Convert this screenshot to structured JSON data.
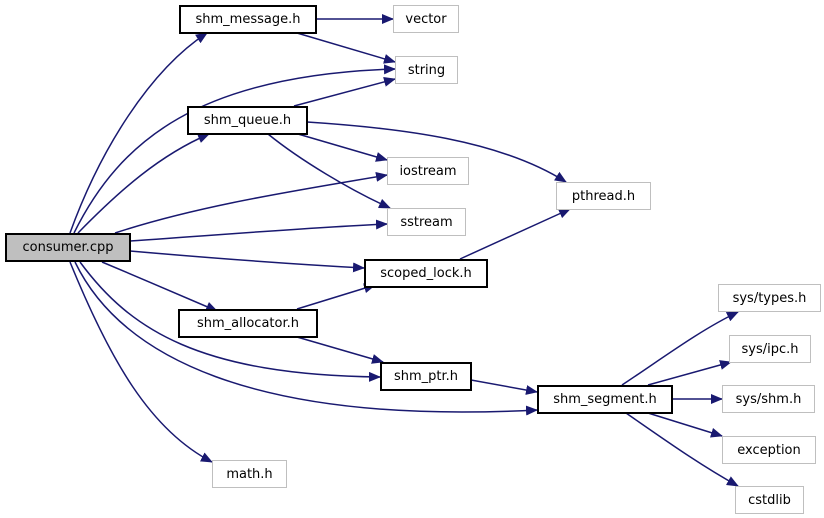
{
  "nodes": {
    "consumer_cpp": "consumer.cpp",
    "shm_message_h": "shm_message.h",
    "vector": "vector",
    "string": "string",
    "shm_queue_h": "shm_queue.h",
    "iostream": "iostream",
    "pthread_h": "pthread.h",
    "sstream": "sstream",
    "scoped_lock_h": "scoped_lock.h",
    "shm_allocator_h": "shm_allocator.h",
    "shm_ptr_h": "shm_ptr.h",
    "shm_segment_h": "shm_segment.h",
    "sys_types_h": "sys/types.h",
    "sys_ipc_h": "sys/ipc.h",
    "sys_shm_h": "sys/shm.h",
    "exception": "exception",
    "cstdlib": "cstdlib",
    "math_h": "math.h"
  },
  "colors": {
    "edge": "#191970",
    "root_fill": "#bfbfbf",
    "system_border": "#bfbfbf",
    "local_border": "#000000"
  }
}
